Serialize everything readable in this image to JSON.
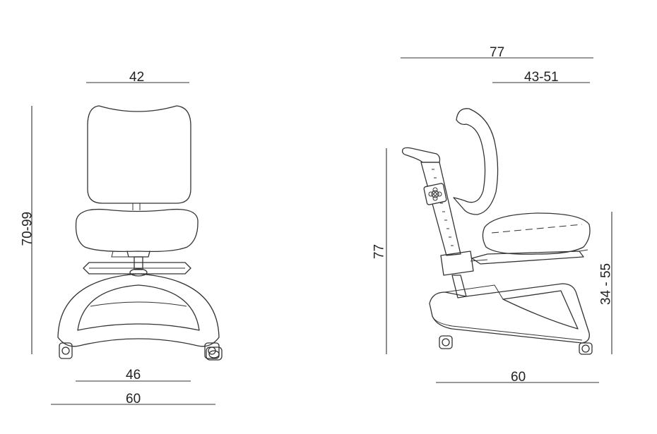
{
  "front_view": {
    "top_width": "42",
    "height_range": "70-99",
    "seat_width": "46",
    "base_width": "60"
  },
  "side_view": {
    "total_depth": "77",
    "seat_depth_range": "43-51",
    "total_height": "77",
    "seat_height_range": "34 - 55",
    "base_depth": "60"
  }
}
